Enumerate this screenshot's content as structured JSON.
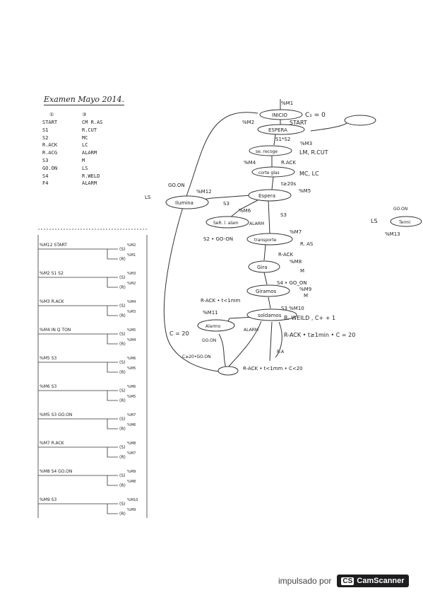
{
  "title": "Examen Mayo 2014.",
  "io_table": {
    "headers": [
      "①",
      "③"
    ],
    "rows": [
      [
        "START",
        "CM  R.AS"
      ],
      [
        "S1",
        "R.CUT"
      ],
      [
        "S2",
        "MC"
      ],
      [
        "R.ACK",
        "LC"
      ],
      [
        "R.ACG",
        "ALARM"
      ],
      [
        "S3",
        "M"
      ],
      [
        "GO.ON",
        "LS"
      ],
      [
        "S4",
        "R.WELD"
      ],
      [
        "F4",
        "ALARM"
      ]
    ]
  },
  "grafcet": {
    "steps": [
      {
        "id": "inicio",
        "label": "INICIO",
        "action": "C₁ = 0"
      },
      {
        "id": "espera1",
        "label": "ESPERA"
      },
      {
        "id": "selec",
        "label": "se. recoge",
        "action": "LM, R.CUT"
      },
      {
        "id": "corte",
        "label": "corte glas",
        "action": "MC, LC"
      },
      {
        "id": "espera2",
        "label": "Espera"
      },
      {
        "id": "ilumina",
        "label": "Ilumina"
      },
      {
        "id": "seral",
        "label": "SeR. l. alam",
        "action": "ALARM"
      },
      {
        "id": "transporte",
        "label": "transporte",
        "action": "R. AS"
      },
      {
        "id": "gira",
        "label": "Gira",
        "action": "M"
      },
      {
        "id": "giramos",
        "label": "Giramos",
        "action": "M"
      },
      {
        "id": "soldamos",
        "label": "soldamos",
        "action": "R. WEILD , C+ + 1"
      },
      {
        "id": "alarma",
        "label": "Alarmo",
        "action": "ALARM"
      },
      {
        "id": "termina",
        "label": "Termi",
        "action": "LS"
      }
    ],
    "transitions": [
      "%M1",
      "START",
      "%M2",
      "S1*S2",
      "%M3",
      "R.ACK",
      "%M4",
      "t≥20s",
      "%M5",
      "GO.ON",
      "%M12",
      "S3",
      "%M6",
      "S3",
      "%M7",
      "S2 • GO-ON",
      "R-ACK",
      "%M8",
      "S4 • GO_ON",
      "%M9",
      "S3 %M10",
      "R-ACK • t<1mm",
      "%M11",
      "R-ACK • t≥1min • C = 20",
      "C = 20",
      "GO.ON",
      "C≥20•GO.ON",
      "R-ACK • t<1mm • C<20",
      "R-A",
      "GO.ON",
      "%M13",
      "LS"
    ]
  },
  "ladder": {
    "rungs": [
      {
        "contacts": "%M12  START",
        "coils": [
          "%M2",
          "(S)",
          "%M1",
          "(R)"
        ]
      },
      {
        "contacts": "%M2  S1  S2",
        "coils": [
          "%M3",
          "(S)",
          "%M2",
          "(R)"
        ]
      },
      {
        "contacts": "%M3  R.ACK",
        "coils": [
          "%M4",
          "(S)",
          "%M3",
          "(R)"
        ]
      },
      {
        "contacts": "%M4  IN Q TON",
        "coils": [
          "%M5",
          "(S)",
          "%M4",
          "(R)"
        ]
      },
      {
        "contacts": "%M5  S3",
        "coils": [
          "%M6",
          "(S)",
          "%M5",
          "(R)"
        ]
      },
      {
        "contacts": "%M6  S3",
        "coils": [
          "%M6",
          "(S)",
          "%M5",
          "(R)"
        ]
      },
      {
        "contacts": "%M5  S3  GO.ON",
        "coils": [
          "%M7",
          "(S)",
          "%M6",
          "(R)"
        ]
      },
      {
        "contacts": "%M7  R.ACK",
        "coils": [
          "%M8",
          "(S)",
          "%M7",
          "(R)"
        ]
      },
      {
        "contacts": "%M8  S4  GO.ON",
        "coils": [
          "%M9",
          "(S)",
          "%M8",
          "(R)"
        ]
      },
      {
        "contacts": "%M9  S3",
        "coils": [
          "%M10",
          "(S)",
          "%M9",
          "(R)"
        ]
      }
    ]
  },
  "footer": {
    "powered_by": "impulsado por",
    "brand": "CamScanner",
    "brand_logo": "CS"
  }
}
